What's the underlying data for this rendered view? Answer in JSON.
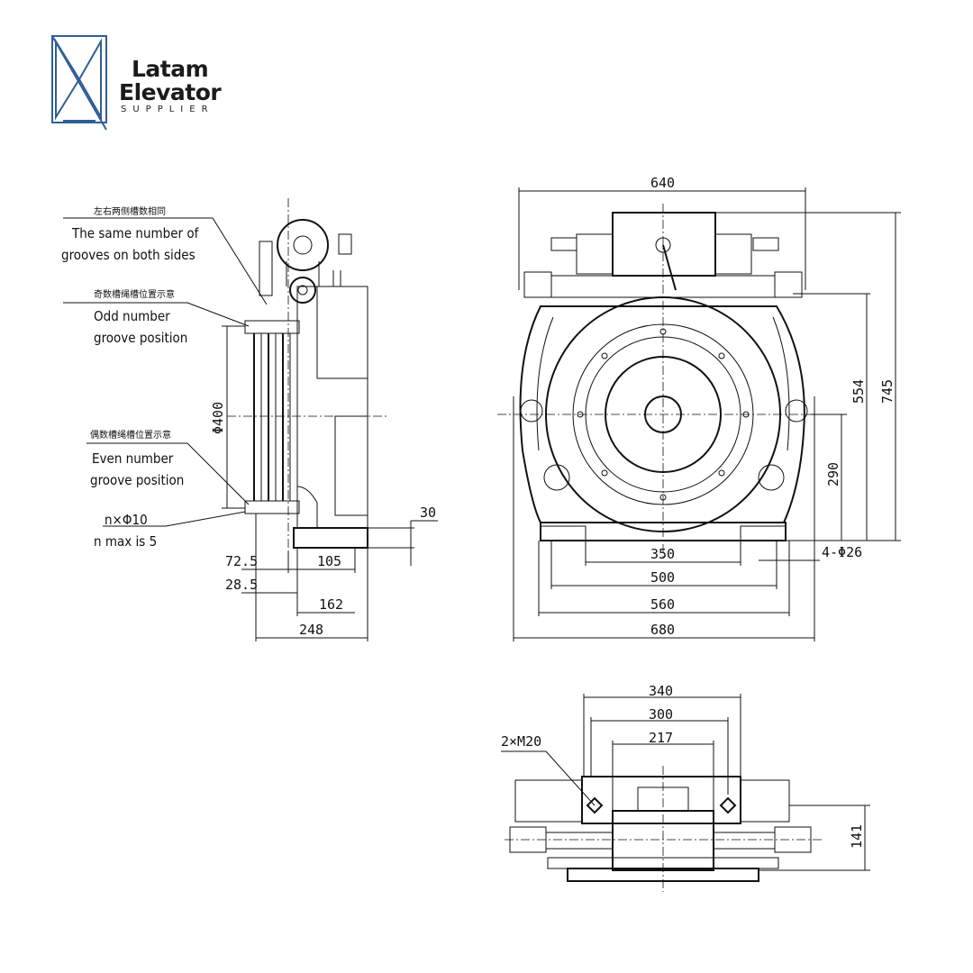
{
  "brand": {
    "name_line1": "Latam",
    "name_line2": "Elevator",
    "tagline": "SUPPLIER",
    "colors": {
      "logo_blue": "#2f5f95",
      "text": "#1b1b1b"
    }
  },
  "side_view": {
    "notes": {
      "same_grooves": {
        "chinese": "左右两侧槽数相同",
        "line1": "The same number of",
        "line2": "grooves on both sides"
      },
      "odd_groove": {
        "chinese": "奇数槽绳槽位置示意",
        "line1": "Odd number",
        "line2": "groove position"
      },
      "even_groove": {
        "chinese": "偶数槽绳槽位置示意",
        "line1": "Even number",
        "line2": "groove position"
      },
      "rope_spec": {
        "line1": "n×Φ10",
        "line2": "n max is 5"
      }
    },
    "dimensions": {
      "sheave_diameter": "Φ400",
      "d_30": "30",
      "d_72_5": "72.5",
      "d_105": "105",
      "d_28_5": "28.5",
      "d_162": "162",
      "d_248": "248"
    }
  },
  "front_view": {
    "dimensions": {
      "top_width": "640",
      "total_height": "745",
      "mid_height": "554",
      "axis_height": "290",
      "bolt_spacing": "350",
      "d_500": "500",
      "d_560": "560",
      "base_width": "680",
      "holes": "4-Φ26"
    }
  },
  "top_view": {
    "dimensions": {
      "d_340": "340",
      "d_300": "300",
      "d_217": "217",
      "depth": "141",
      "threads": "2×M20"
    }
  }
}
